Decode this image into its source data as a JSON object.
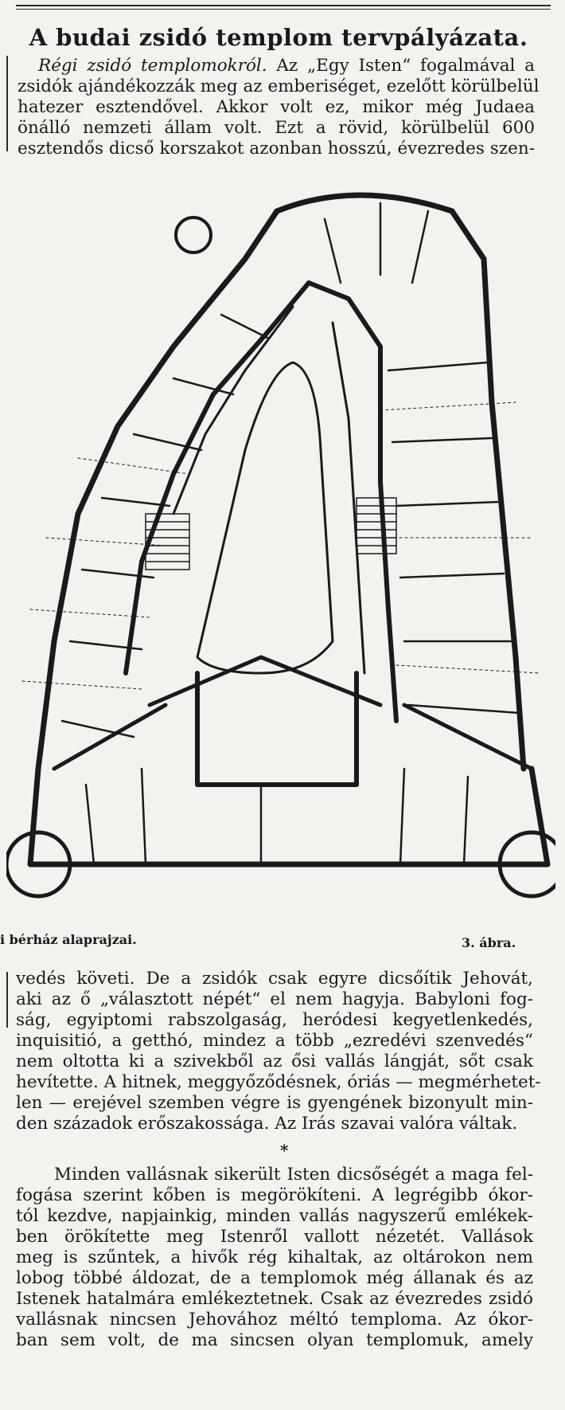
{
  "article": {
    "title": "A budai zsidó templom tervpályázata.",
    "intro_lead": "Régi zsidó templomokról.",
    "intro_lines": [
      "Az „Egy Isten“ fogalmával a",
      "zsidók ajándékozzák meg az emberiséget, ezelőtt körülbelül",
      "hatezer esztendővel. Akkor volt ez, mikor még Judaea",
      "önálló nemzeti állam volt. Ezt a rövid, körülbelül 600",
      "esztendős dicső korszakot azonban hosszú, évezredes szen-"
    ]
  },
  "figure": {
    "caption_left": "i bérház alaprajzai.",
    "caption_right": "3. ábra."
  },
  "continuation": {
    "lines": [
      "vedés követi. De a zsidók csak egyre dicsőítik Jehovát,",
      "aki az ő „választott népét“ el nem hagyja. Babyloni fog-",
      "ság, egyiptomi rabszolgaság, heródesi kegyetlenkedés,",
      "inquisitió, a getthó, mindez a több „ezredévi szenvedés“",
      "nem oltotta ki a szivekből az ősi vallás lángját, sőt csak",
      "hevítette. A hitnek, meggyőződésnek, óriás — megmérhetet-",
      "len — erejével szemben végre is gyengének bizonyult min-",
      "den századok erőszakossága. Az Irás szavai valóra váltak."
    ]
  },
  "separator": "*",
  "second": {
    "lines": [
      "Minden vallásnak sikerült Isten dicsőségét a maga fel-",
      "fogása szerint kőben is megörökíteni. A legrégibb ókor-",
      "tól kezdve, napjainkig, minden vallás nagyszerű emlékek-",
      "ben örökítette meg Istenről vallott nézetét. Vallások",
      "meg is szűntek, a hivők rég kihaltak, az oltárokon nem",
      "lobog többé áldozat, de a templomok még állanak és az",
      "Istenek hatalmára emlékeztetnek. Csak az évezredes zsidó",
      "vallásnak nincsen Jehovához méltó temploma. Az ókor-",
      "ban sem volt, de ma sincsen olyan templomuk, amely"
    ]
  },
  "colors": {
    "paper": "#f4f2ee",
    "ink": "#1a1a1a"
  }
}
